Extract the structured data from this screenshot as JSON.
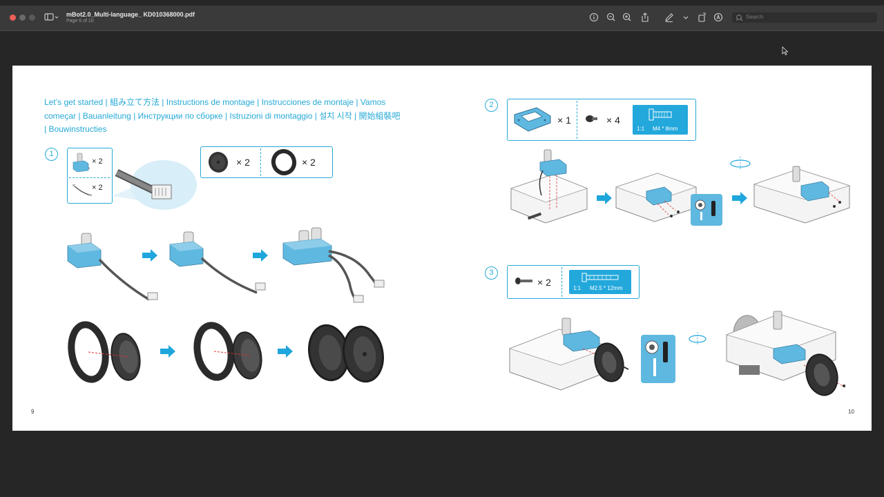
{
  "window": {
    "title": "mBot2.0_Multi-language_ KD010368000.pdf",
    "subtitle": "Page 6 of 10",
    "search_placeholder": "Search"
  },
  "toolbar": {
    "icons": [
      "info-icon",
      "zoom-out-icon",
      "zoom-in-icon",
      "share-icon",
      "markup-pen-icon",
      "chevron-down-icon",
      "rotate-icon",
      "annotate-icon",
      "search-icon"
    ]
  },
  "page_left": {
    "heading": "Let’s get started | 組み立て方法 | Instructions de montage | Instrucciones de montaje | Vamos começar | Bauanleitung | Инструкции по сборке | Istruzioni di montaggio | 설치 시작 | 開始組裝吧 | Bouwinstructies",
    "step1": {
      "number": "1",
      "motor_qty": "× 2",
      "cable_qty": "× 2",
      "wheel_qty": "× 2",
      "tire_qty": "× 2"
    },
    "page_number": "9"
  },
  "page_right": {
    "step2": {
      "number": "2",
      "bracket_qty": "× 1",
      "screw_qty": "× 4",
      "scale": "1:1",
      "size": "M4 * 8mm"
    },
    "step3": {
      "number": "3",
      "screw_qty": "× 2",
      "scale": "1:1",
      "size": "M2.5 * 12mm"
    },
    "page_number": "10"
  },
  "colors": {
    "accent": "#25a9d6",
    "part_blue": "#5fb8e0",
    "arrow_blue": "#1fa6dc",
    "titlebar": "#3a3a3a",
    "background": "#262626"
  }
}
